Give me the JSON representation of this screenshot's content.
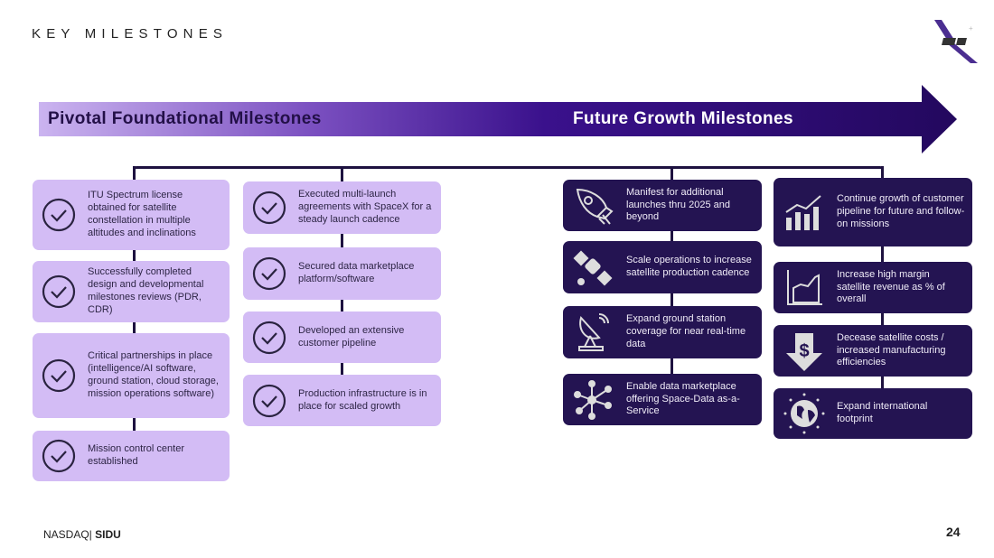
{
  "title": "KEY MILESTONES",
  "colors": {
    "light_box": "#d3bcf5",
    "dark_box": "#241452",
    "arrow_start": "#cbb4f0",
    "arrow_end": "#23085e"
  },
  "arrow": {
    "left_label": "Pivotal Foundational Milestones",
    "right_label": "Future Growth Milestones"
  },
  "foundational": {
    "col1": [
      {
        "text": "ITU Spectrum license obtained for satellite constellation in multiple altitudes and inclinations",
        "icon": "check-circle-icon"
      },
      {
        "text": "Successfully completed design and developmental milestones reviews (PDR, CDR)",
        "icon": "check-circle-icon"
      },
      {
        "text": "Critical partnerships in place (intelligence/AI software, ground station, cloud storage, mission operations software)",
        "icon": "check-circle-icon"
      },
      {
        "text": "Mission control center established",
        "icon": "check-circle-icon"
      }
    ],
    "col2": [
      {
        "text": "Executed multi-launch agreements with SpaceX for a steady launch cadence",
        "icon": "check-circle-icon"
      },
      {
        "text": "Secured data marketplace platform/software",
        "icon": "check-circle-icon"
      },
      {
        "text": "Developed an extensive customer pipeline",
        "icon": "check-circle-icon"
      },
      {
        "text": "Production infrastructure is in place for scaled growth",
        "icon": "check-circle-icon"
      }
    ]
  },
  "future": {
    "col3": [
      {
        "text": "Manifest for additional launches thru 2025 and beyond",
        "icon": "rocket-icon"
      },
      {
        "text": "Scale operations to increase satellite production cadence",
        "icon": "satellite-icon"
      },
      {
        "text": "Expand ground station coverage for near real-time data",
        "icon": "satellite-dish-icon"
      },
      {
        "text": "Enable data marketplace offering Space-Data as-a-Service",
        "icon": "network-icon"
      }
    ],
    "col4": [
      {
        "text": "Continue growth of customer pipeline for future and follow-on missions",
        "icon": "growth-chart-icon"
      },
      {
        "text": "Increase high margin satellite revenue as % of overall",
        "icon": "area-chart-icon"
      },
      {
        "text": "Decease satellite costs / increased manufacturing efficiencies",
        "icon": "dollar-down-icon"
      },
      {
        "text": "Expand international footprint",
        "icon": "globe-icon"
      }
    ]
  },
  "footer": {
    "exchange": "NASDAQ|",
    "ticker": "SIDU",
    "page": "24"
  }
}
